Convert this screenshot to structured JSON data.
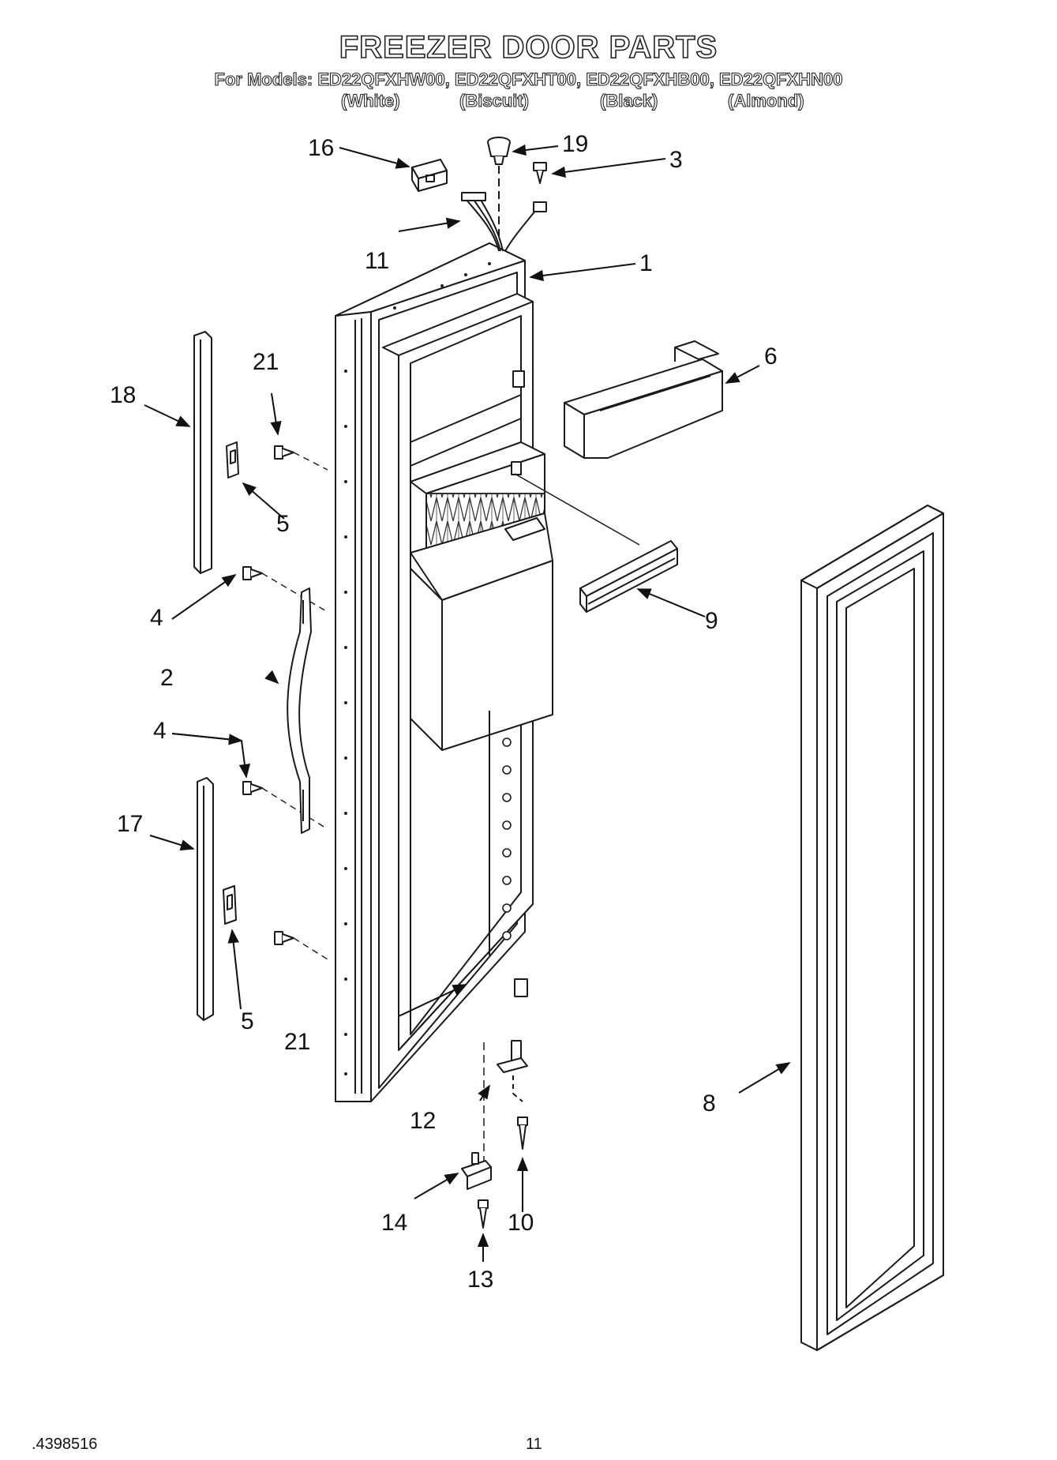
{
  "header": {
    "title": "FREEZER DOOR PARTS",
    "models_line": "For Models: ED22QFXHW00, ED22QFXHT00, ED22QFXHB00, ED22QFXHN00",
    "variants": [
      "(White)",
      "(Biscuit)",
      "(Black)",
      "(Almond)"
    ]
  },
  "callouts": {
    "p1": "1",
    "p2": "2",
    "p3": "3",
    "p4a": "4",
    "p4b": "4",
    "p5a": "5",
    "p5b": "5",
    "p6": "6",
    "p8": "8",
    "p9": "9",
    "p10": "10",
    "p11": "11",
    "p12": "12",
    "p13": "13",
    "p14": "14",
    "p16": "16",
    "p17": "17",
    "p18": "18",
    "p19": "19",
    "p21a": "21",
    "p21b": "21"
  },
  "footer": {
    "doc_number": ".4398516",
    "page_number": "11"
  }
}
